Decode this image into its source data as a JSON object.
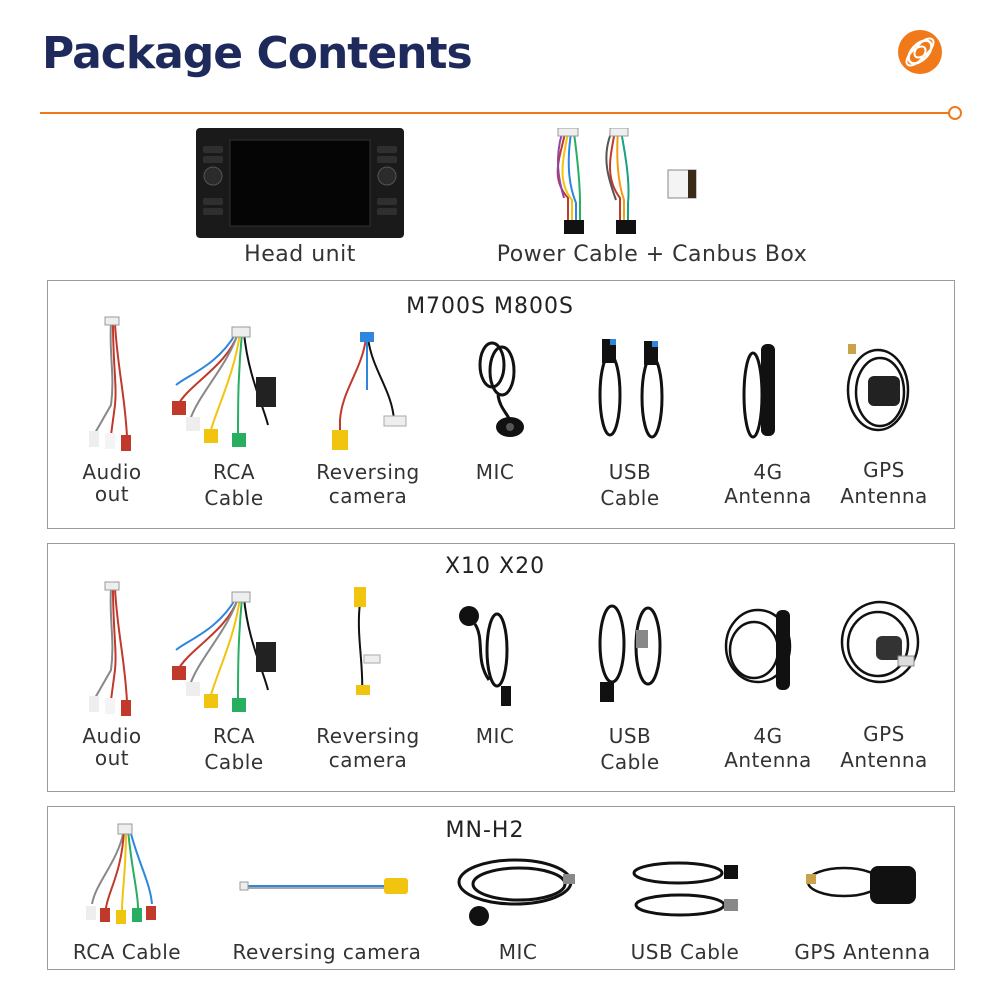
{
  "header": {
    "title": "Package Contents",
    "brand_logo": "orange-coil-logo",
    "accent_color": "#f07a1a",
    "title_color": "#1f2a5c"
  },
  "top": {
    "head_unit": "Head unit",
    "power_cable": "Power Cable + Canbus Box"
  },
  "sections": [
    {
      "title": "M700S M800S",
      "items": [
        {
          "line1": "Audio",
          "line2": "out"
        },
        {
          "line1": "RCA",
          "line2": "Cable"
        },
        {
          "line1": "Reversing",
          "line2": "camera"
        },
        {
          "line1": "MIC",
          "line2": ""
        },
        {
          "line1": "USB",
          "line2": "Cable"
        },
        {
          "line1": "4G",
          "line2": "Antenna"
        },
        {
          "line1": "GPS",
          "line2": "Antenna"
        }
      ]
    },
    {
      "title": "X10 X20",
      "items": [
        {
          "line1": "Audio",
          "line2": "out"
        },
        {
          "line1": "RCA",
          "line2": "Cable"
        },
        {
          "line1": "Reversing",
          "line2": "camera"
        },
        {
          "line1": "MIC",
          "line2": ""
        },
        {
          "line1": "USB",
          "line2": "Cable"
        },
        {
          "line1": "4G",
          "line2": "Antenna"
        },
        {
          "line1": "GPS",
          "line2": "Antenna"
        }
      ]
    },
    {
      "title": "MN-H2",
      "items": [
        {
          "label": "RCA Cable"
        },
        {
          "label": "Reversing camera"
        },
        {
          "label": "MIC"
        },
        {
          "label": "USB Cable"
        },
        {
          "label": "GPS Antenna"
        }
      ]
    }
  ]
}
